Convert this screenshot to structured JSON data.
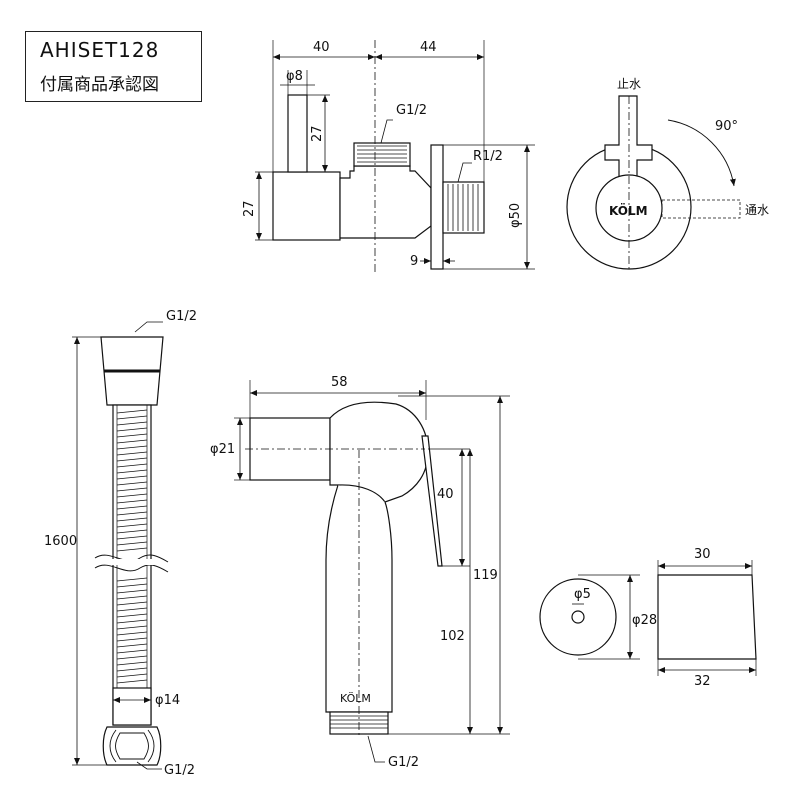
{
  "title": {
    "model": "AHISET128",
    "subtitle": "付属商品承認図"
  },
  "valve": {
    "dim_left_width": "40",
    "dim_right_width": "44",
    "dim_stem_diameter": "φ8",
    "dim_stem_height": "27",
    "dim_body_height": "27",
    "label_thread_top": "G1/2",
    "label_thread_right": "R1/2",
    "dim_flange_diameter": "φ50",
    "dim_flange_thickness": "9"
  },
  "valve_front": {
    "label_stop": "止水",
    "label_angle": "90°",
    "label_flow": "通水",
    "brand": "KÖLM"
  },
  "hose": {
    "label_top_thread": "G1/2",
    "dim_length": "1600",
    "dim_diameter": "φ14",
    "label_bottom_thread": "G1/2"
  },
  "sprayer": {
    "dim_width": "58",
    "dim_head_diameter": "φ21",
    "dim_lever": "40",
    "dim_total_height": "119",
    "dim_handle_height": "102",
    "label_thread": "G1/2",
    "brand": "KÖLM"
  },
  "holder": {
    "dim_hole": "φ5",
    "dim_diameter": "φ28",
    "dim_top_width": "30",
    "dim_bottom_width": "32"
  }
}
